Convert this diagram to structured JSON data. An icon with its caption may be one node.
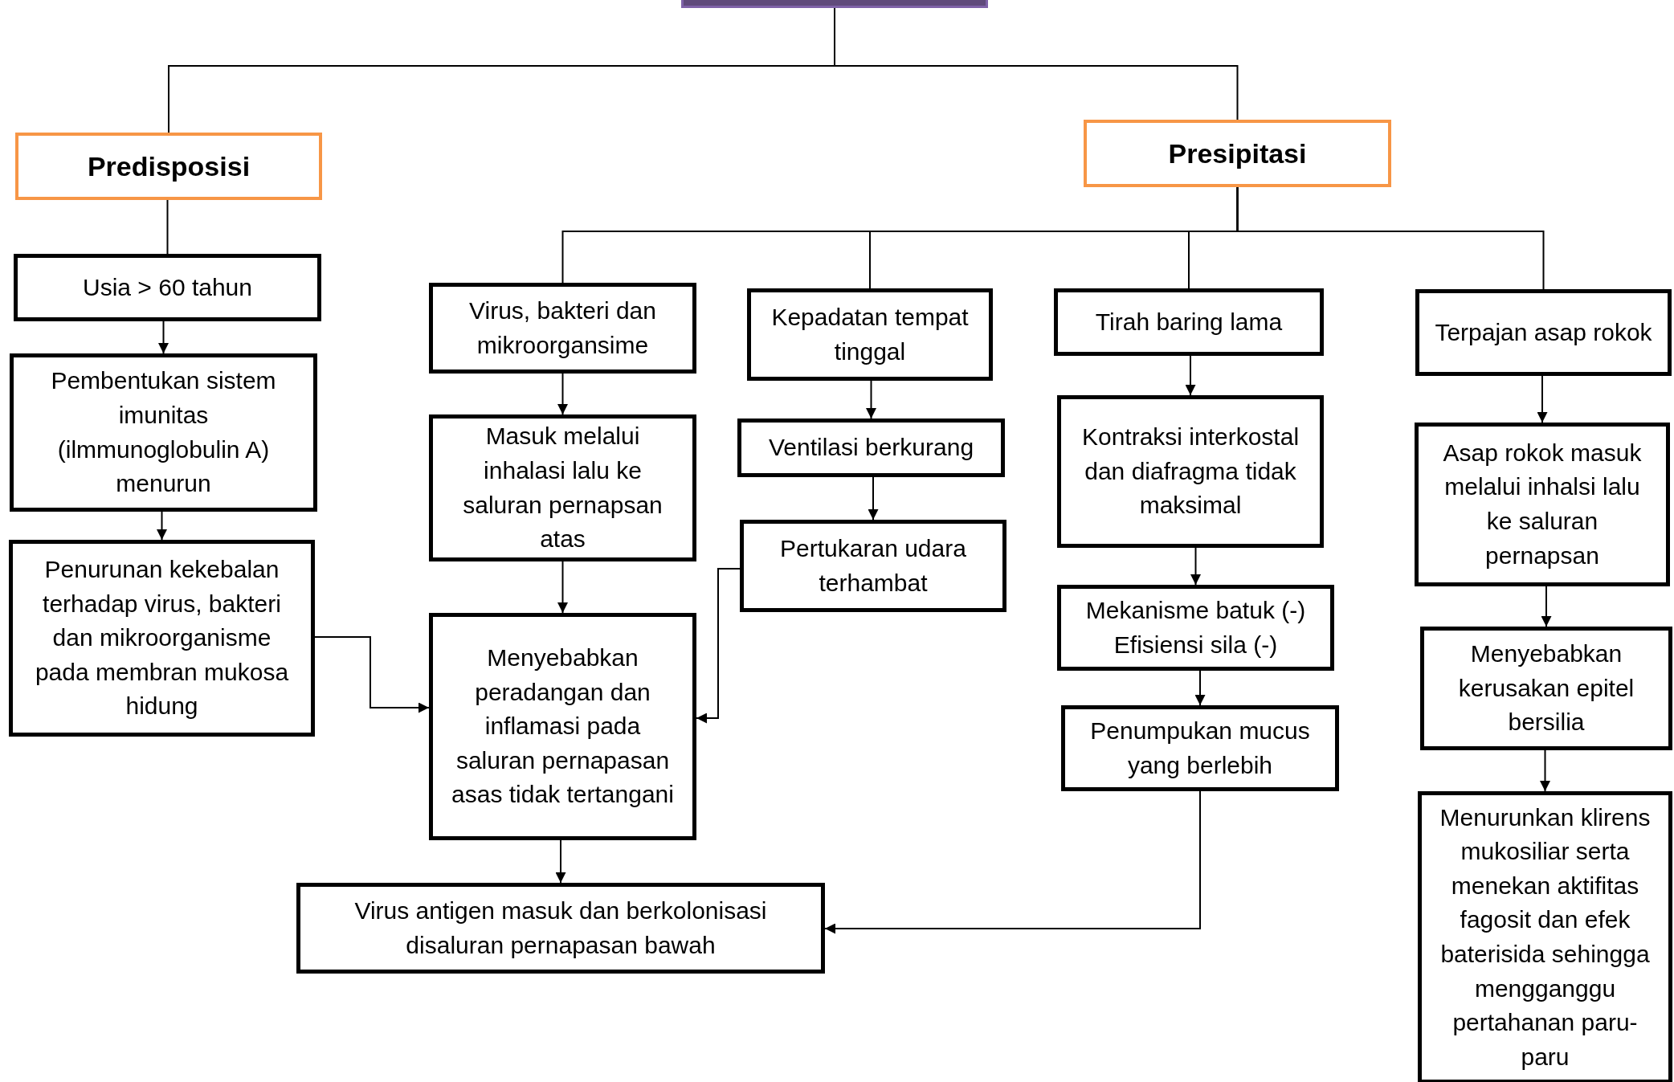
{
  "diagram": {
    "nodes": [
      {
        "text": [],
        "shape": "box"
      },
      {
        "text": [
          "Predisposisi"
        ]
      },
      {
        "text": [
          "Presipitasi"
        ]
      },
      {
        "text": [
          "Usia > 60 tahun"
        ]
      },
      {
        "text": [
          "Pembentukan sistem imunitas (ilmmunoglobulin A) menurun"
        ]
      },
      {
        "text": [
          "Penurunan kekebalan terhadap virus, bakteri dan mikroorganisme pada membran mukosa hidung"
        ]
      },
      {
        "text": [
          "Virus, bakteri dan mikroorgansime"
        ]
      },
      {
        "text": [
          "Masuk melalui inhalasi lalu ke saluran pernapsan atas"
        ]
      },
      {
        "text": [
          "Menyebabkan peradangan dan inflamasi pada saluran pernapasan asas tidak tertangani"
        ]
      },
      {
        "text": [
          "Virus antigen masuk dan berkolonisasi disaluran pernapasan bawah"
        ]
      },
      {
        "text": [
          "Kepadatan tempat tinggal"
        ]
      },
      {
        "text": [
          "Ventilasi berkurang"
        ]
      },
      {
        "text": [
          "Pertukaran udara terhambat"
        ]
      },
      {
        "text": [
          "Tirah baring lama"
        ]
      },
      {
        "text": [
          "Kontraksi interkostal dan diafragma tidak maksimal"
        ]
      },
      {
        "text": [
          "Mekanisme batuk (-) Efisiensi sila (-)"
        ]
      },
      {
        "text": [
          "Penumpukan mucus yang berlebih"
        ]
      },
      {
        "text": [
          "Terpajan asap rokok"
        ]
      },
      {
        "text": [
          "Asap rokok masuk melalui inhalsi lalu ke saluran pernapsan"
        ]
      },
      {
        "text": [
          "Menyebabkan kerusakan epitel bersilia"
        ]
      },
      {
        "text": [
          "Menurunkan klirens mukosiliar serta menekan aktifitas fagosit dan efek baterisida sehingga mengganggu pertahanan paru-paru"
        ]
      }
    ],
    "edges": [
      {
        "from": 0,
        "to": 1,
        "arrow": "none"
      },
      {
        "from": 0,
        "to": 2,
        "arrow": "none"
      },
      {
        "from": 1,
        "to": 3,
        "arrow": "none"
      },
      {
        "from": 3,
        "to": 4,
        "arrow": "to"
      },
      {
        "from": 4,
        "to": 5,
        "arrow": "to"
      },
      {
        "from": 5,
        "to": 8,
        "arrow": "to"
      },
      {
        "from": 2,
        "to": 6,
        "arrow": "none"
      },
      {
        "from": 2,
        "to": 10,
        "arrow": "none"
      },
      {
        "from": 2,
        "to": 13,
        "arrow": "none"
      },
      {
        "from": 2,
        "to": 17,
        "arrow": "none"
      },
      {
        "from": 6,
        "to": 7,
        "arrow": "to"
      },
      {
        "from": 7,
        "to": 8,
        "arrow": "to"
      },
      {
        "from": 8,
        "to": 9,
        "arrow": "to"
      },
      {
        "from": 10,
        "to": 11,
        "arrow": "to"
      },
      {
        "from": 11,
        "to": 12,
        "arrow": "to"
      },
      {
        "from": 12,
        "to": 8,
        "arrow": "to"
      },
      {
        "from": 13,
        "to": 14,
        "arrow": "to"
      },
      {
        "from": 14,
        "to": 15,
        "arrow": "to"
      },
      {
        "from": 15,
        "to": 16,
        "arrow": "to"
      },
      {
        "from": 16,
        "to": 9,
        "arrow": "to"
      },
      {
        "from": 17,
        "to": 18,
        "arrow": "to"
      },
      {
        "from": 18,
        "to": 19,
        "arrow": "to"
      },
      {
        "from": 19,
        "to": 20,
        "arrow": "to"
      }
    ]
  }
}
